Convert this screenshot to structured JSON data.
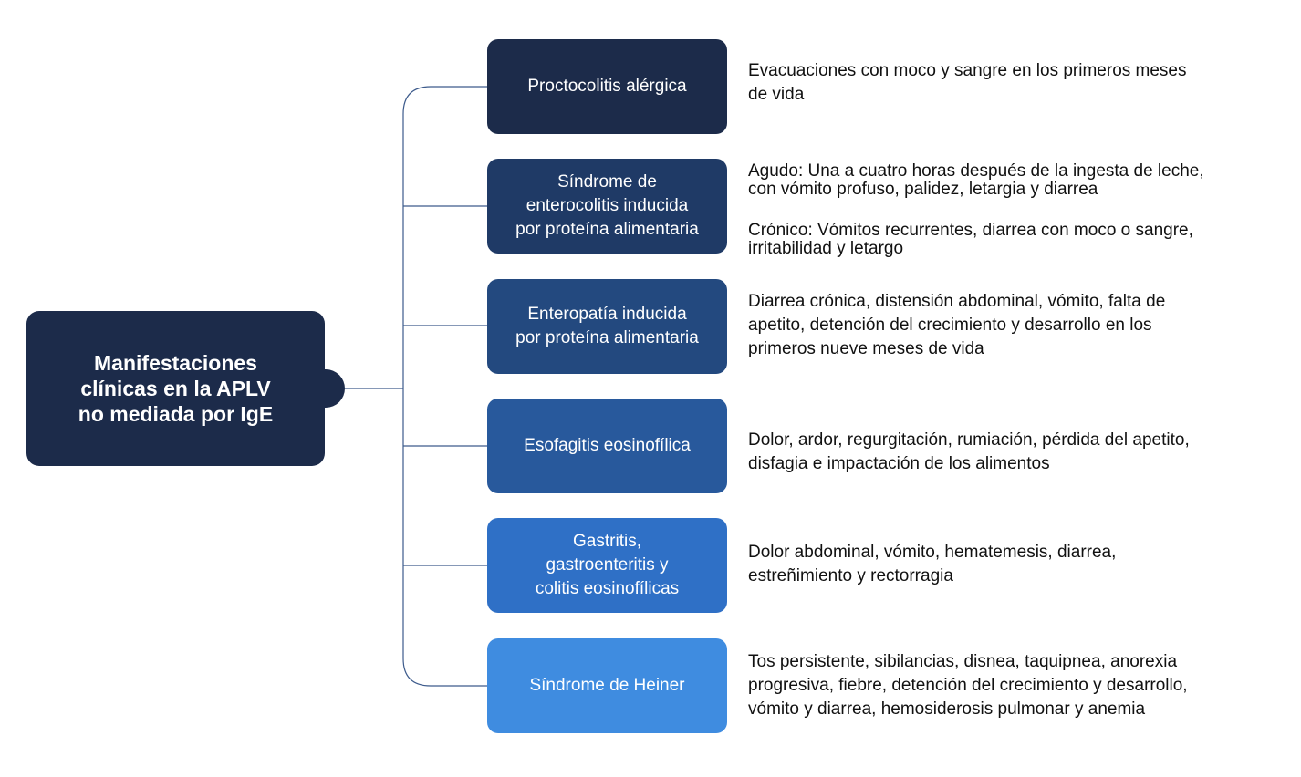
{
  "root": {
    "label": "Manifestaciones\nclínicas en la APLV\nno mediada por IgE"
  },
  "colors": {
    "root": "#1c2b4a",
    "connector": "#3d5b8c",
    "branches": [
      "#1c2b4a",
      "#1f3a66",
      "#23497f",
      "#28599c",
      "#2f70c6",
      "#3f8ce0"
    ]
  },
  "branches": [
    {
      "label": "Proctocolitis alérgica",
      "description": "Evacuaciones con moco y sangre en los primeros meses\nde vida"
    },
    {
      "label": "Síndrome de\nenterocolitis inducida\npor proteína alimentaria",
      "description_acute": "Agudo: Una a cuatro horas después de la ingesta de leche,\ncon vómito profuso, palidez, letargia y diarrea",
      "description_chronic": "Crónico: Vómitos recurrentes, diarrea con moco o sangre,\nirritabilidad y letargo"
    },
    {
      "label": "Enteropatía inducida\npor proteína alimentaria",
      "description": "Diarrea crónica, distensión abdominal, vómito, falta de\napetito, detención del crecimiento y desarrollo en los\nprimeros nueve meses de vida"
    },
    {
      "label": "Esofagitis eosinofílica",
      "description": "Dolor, ardor, regurgitación, rumiación, pérdida del apetito,\ndisfagia e impactación de los alimentos"
    },
    {
      "label": "Gastritis,\ngastroenteritis y\ncolitis eosinofílicas",
      "description": "Dolor abdominal, vómito, hematemesis, diarrea,\nestreñimiento y rectorragia"
    },
    {
      "label": "Síndrome de Heiner",
      "description": "Tos persistente, sibilancias, disnea, taquipnea, anorexia\nprogresiva, fiebre, detención del crecimiento y desarrollo,\nvómito y diarrea, hemosiderosis pulmonar y anemia"
    }
  ]
}
